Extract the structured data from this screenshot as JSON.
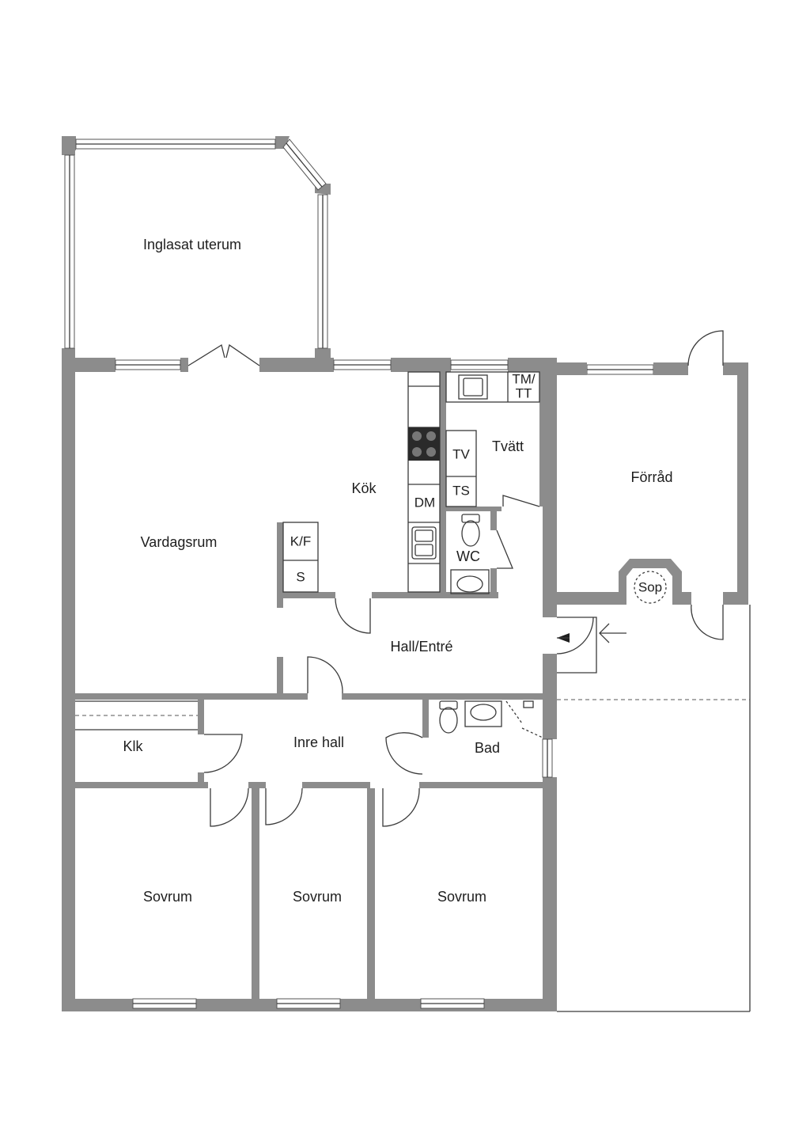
{
  "rooms": {
    "uterum": "Inglasat uterum",
    "vardagsrum": "Vardagsrum",
    "kok": "Kök",
    "tvatt": "Tvätt",
    "forrad": "Förråd",
    "wc": "WC",
    "hall": "Hall/Entré",
    "klk": "Klk",
    "inre_hall": "Inre hall",
    "bad": "Bad",
    "sovrum_1": "Sovrum",
    "sovrum_2": "Sovrum",
    "sovrum_3": "Sovrum"
  },
  "fixtures": {
    "kf": "K/F",
    "s": "S",
    "dm": "DM",
    "tv": "TV",
    "ts": "TS",
    "tm": "TM/",
    "tt": "TT",
    "sop": "Sop"
  },
  "colors": {
    "wall": "#8c8c8c",
    "line": "#3a3a3a",
    "background": "#ffffff"
  }
}
